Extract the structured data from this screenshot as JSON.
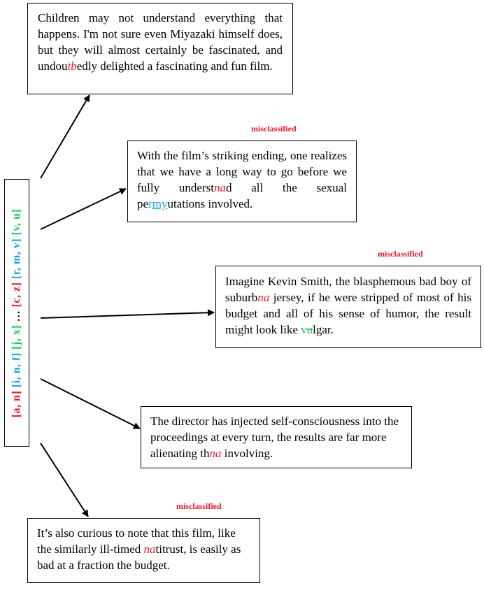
{
  "vertical_label": {
    "groups": [
      {
        "text": "[a, n]",
        "color": "#e8192c"
      },
      {
        "text": " ",
        "color": "#000000"
      },
      {
        "text": "[i, n, f]",
        "color": "#1ba1e2"
      },
      {
        "text": " ",
        "color": "#000000"
      },
      {
        "text": "[j, x]",
        "color": "#21c45a"
      },
      {
        "text": " … ",
        "color": "#000000"
      },
      {
        "text": "[c, z]",
        "color": "#e8192c"
      },
      {
        "text": " ",
        "color": "#000000"
      },
      {
        "text": "[r, m, v]",
        "color": "#1ba1e2"
      },
      {
        "text": " ",
        "color": "#000000"
      },
      {
        "text": "[v, u]",
        "color": "#21c45a"
      }
    ]
  },
  "tags": {
    "t1": "misclassified",
    "t2": "misclassified",
    "t3": "misclassified"
  },
  "box1": {
    "pre": "Children may not understand everything that happens. I'm not sure even Miyazaki himself does, but they will almost certainly be fascinated, and undou",
    "hl": "tb",
    "post": "edly delighted a fascinating and fun film."
  },
  "box2": {
    "pre": "With the film’s striking ending, one realizes that we have a long way to go before we fully underst",
    "hl1": "na",
    "mid": "d all the sexual pe",
    "hl2a": "r",
    "hl2b": "my",
    "post": "utations involved."
  },
  "box3": {
    "pre": "Imagine Kevin Smith, the blasphemous bad boy of suburb",
    "hl1": "na",
    "mid": " jersey, if he were stripped of most of his budget and all of his sense of humor, the result might look like ",
    "hl2a": "v",
    "hl2b": "u",
    "post": "lgar."
  },
  "box4": {
    "pre": "The director has injected self-consciousness into the proceedings at every turn, the results are far more alienating th",
    "hl": "na",
    "post": " involving."
  },
  "box5": {
    "pre": "It’s also curious to note that this film, like the similarly ill-timed ",
    "hl": "na",
    "post": "titrust, is easily as bad at a fraction the budget."
  },
  "colors": {
    "red": "#e8192c",
    "blue": "#1ba1e2",
    "green": "#21c45a"
  }
}
